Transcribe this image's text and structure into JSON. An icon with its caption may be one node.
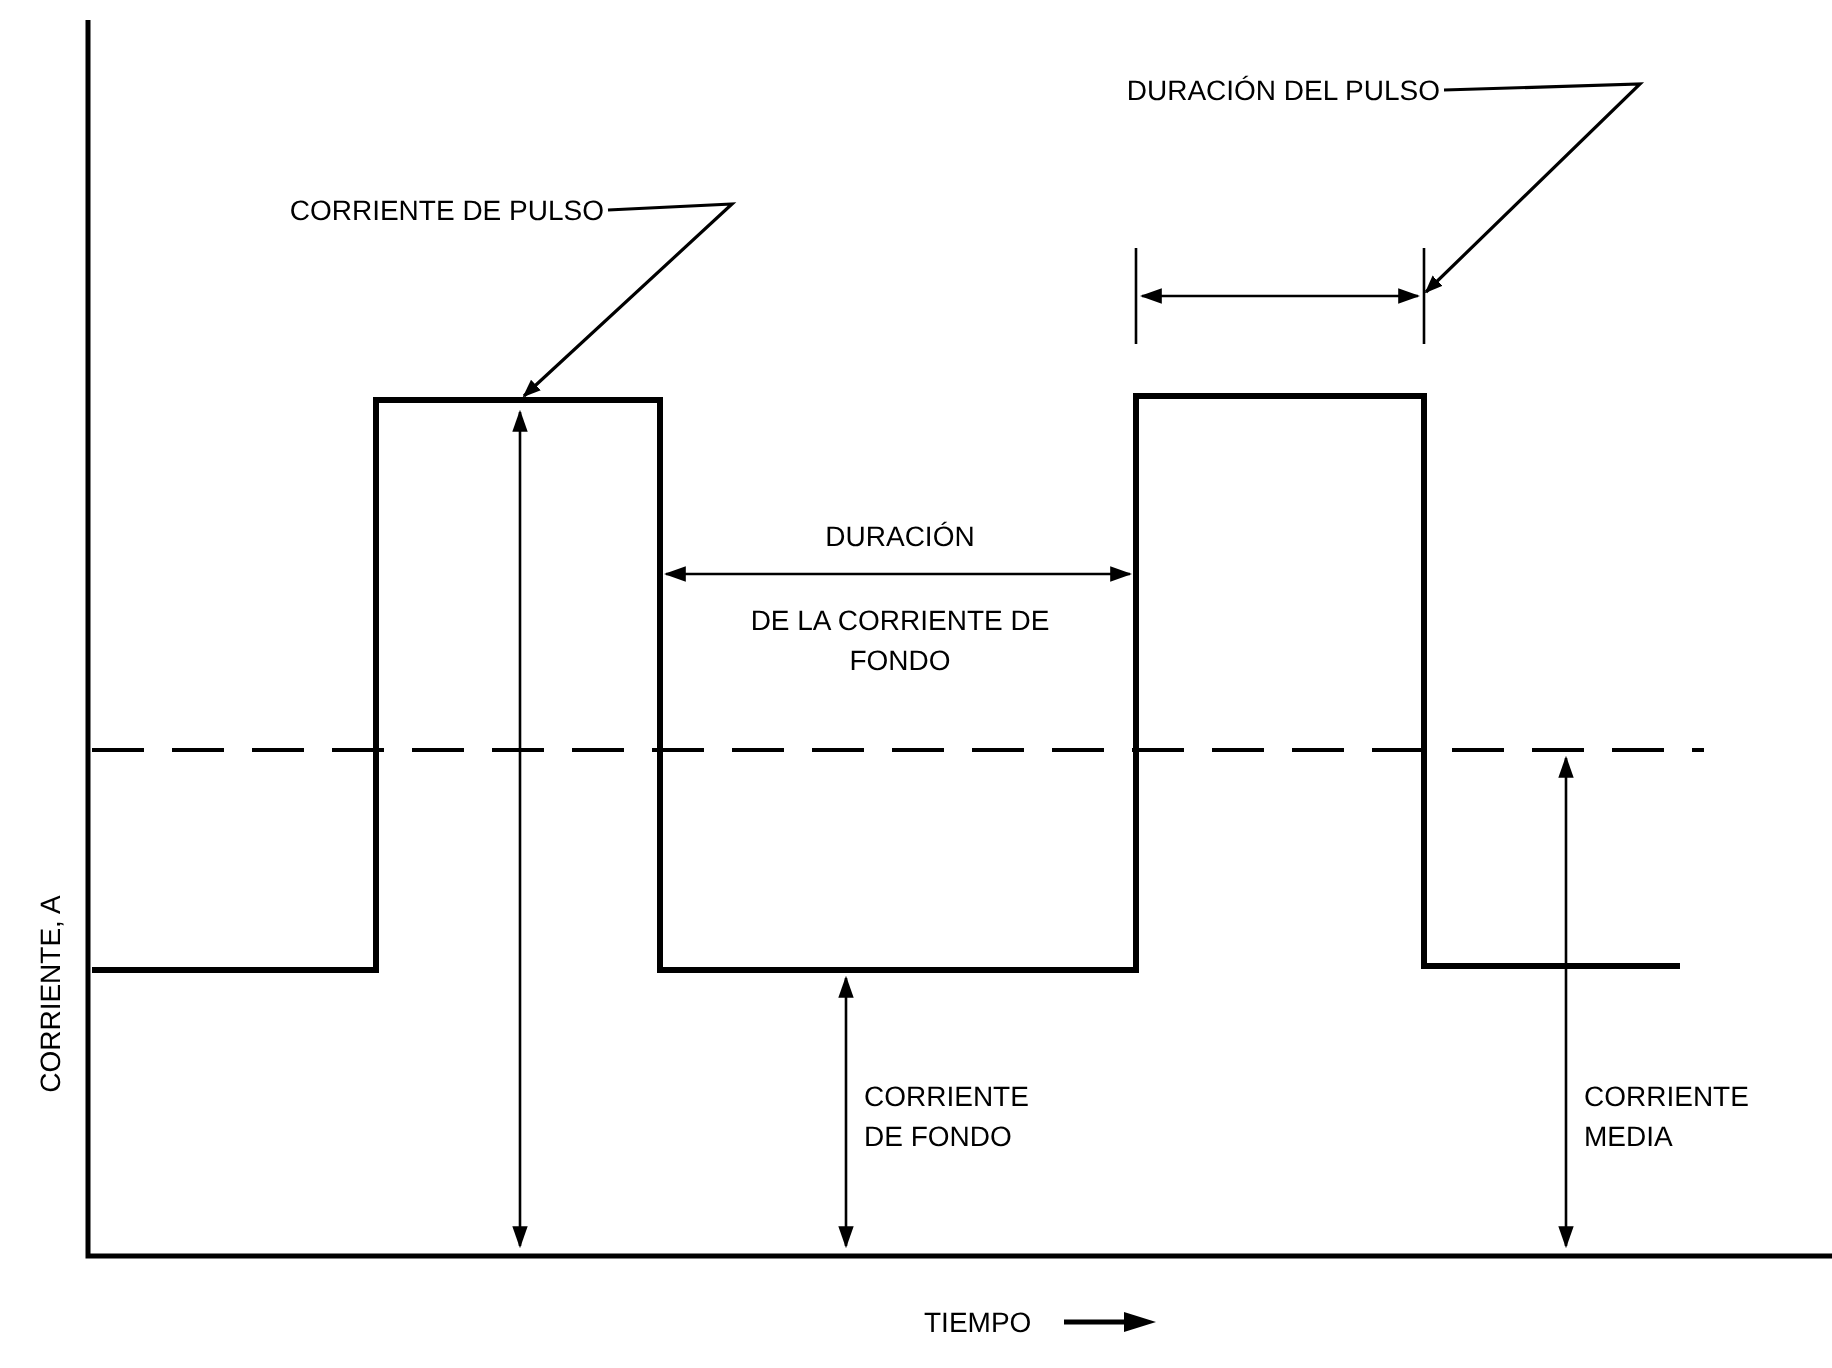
{
  "diagram": {
    "nodes": [
      {
        "text": [
          "CORRIENTE DE PULSO"
        ]
      },
      {
        "text": [
          "DURACIÓN DEL PULSO"
        ]
      }
    ],
    "edges": [
      {
        "from": 0,
        "to": null,
        "arrow": "to"
      },
      {
        "from": 1,
        "to": null,
        "arrow": "to"
      }
    ],
    "labels": [
      "DURACIÓN",
      "DE LA CORRIENTE DE FONDO",
      "CORRIENTE DE FONDO",
      "CORRIENTE MEDIA",
      "CORRIENTE, A",
      "TIEMPO"
    ]
  }
}
